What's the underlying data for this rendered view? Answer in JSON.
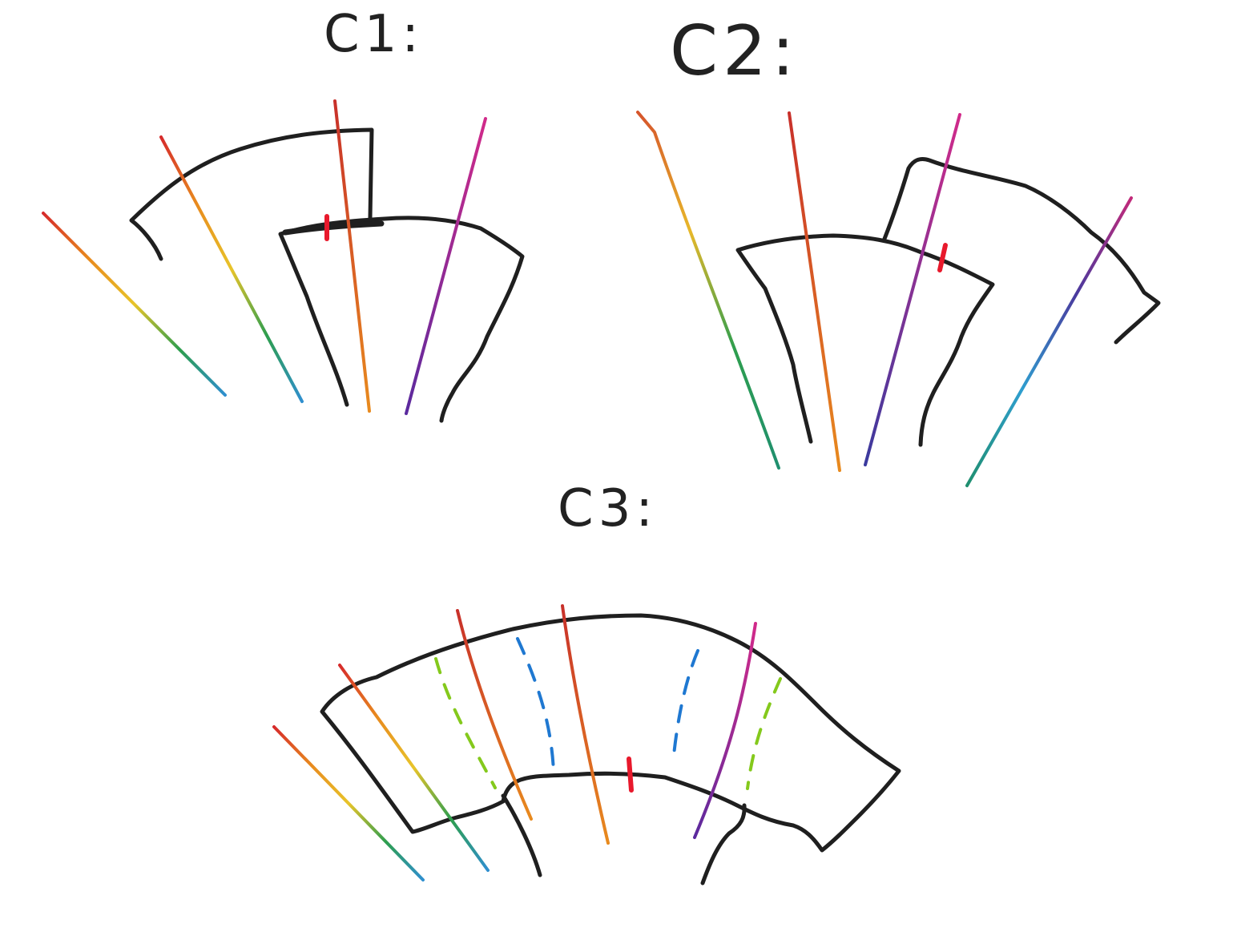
{
  "labels": {
    "c1": "C1:",
    "c2": "C2:",
    "c3": "C3:"
  },
  "colors": {
    "outline": "#1f1f1f",
    "red_tick": "#e8192c",
    "dash_blue": "#1f78d1",
    "dash_green": "#84c91c"
  },
  "gradients": {
    "rainbow_long": [
      "#d62b2b",
      "#e88a1e",
      "#e8c42a",
      "#2e9e4e",
      "#2f8fcf"
    ],
    "red_orange": [
      "#c8302a",
      "#e88a1e"
    ],
    "magenta_violet": [
      "#d12a8a",
      "#5a2a9e"
    ],
    "magenta_indigo": [
      "#d12a8a",
      "#3a3a9e"
    ],
    "orange_green": [
      "#d6552b",
      "#e8b82a",
      "#2e9e4e",
      "#1f8f6f"
    ],
    "purple_teal": [
      "#c22a7a",
      "#4a3a9e",
      "#2f9ecf",
      "#1f8f6f"
    ]
  }
}
